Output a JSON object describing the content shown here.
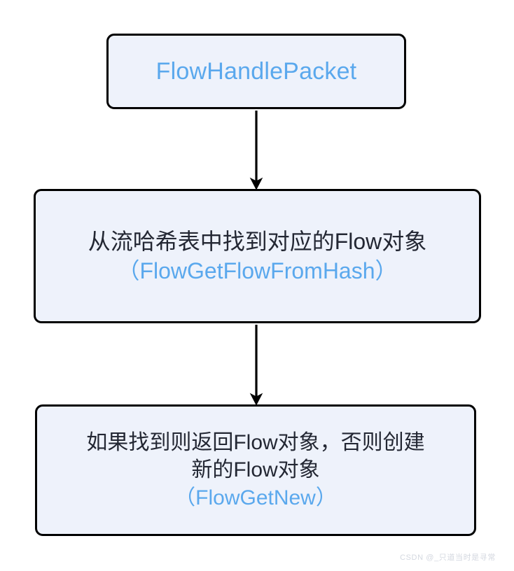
{
  "diagram": {
    "type": "flowchart",
    "orientation": "top-to-bottom",
    "colors": {
      "node_fill": "#eef2fb",
      "node_border": "#000000",
      "function_text": "#5aa8ed",
      "body_text": "#232733",
      "arrow": "#000000",
      "background": "#ffffff",
      "watermark": "#d4d8e0"
    },
    "nodes": [
      {
        "id": "node-start",
        "name": "flow-handle-packet",
        "function_label": "FlowHandlePacket"
      },
      {
        "id": "node-lookup",
        "name": "flow-get-flow-from-hash",
        "description_line1": "从流哈希表中找到对应的Flow对象",
        "function_label": "（FlowGetFlowFromHash）"
      },
      {
        "id": "node-return",
        "name": "flow-get-new",
        "description_line1": "如果找到则返回Flow对象，否则创建",
        "description_line2": "新的Flow对象",
        "function_label": "（FlowGetNew）"
      }
    ],
    "edges": [
      {
        "from": "node-start",
        "to": "node-lookup",
        "label": ""
      },
      {
        "from": "node-lookup",
        "to": "node-return",
        "label": ""
      }
    ]
  },
  "watermark": {
    "text": "CSDN @_只道当时是寻常"
  }
}
